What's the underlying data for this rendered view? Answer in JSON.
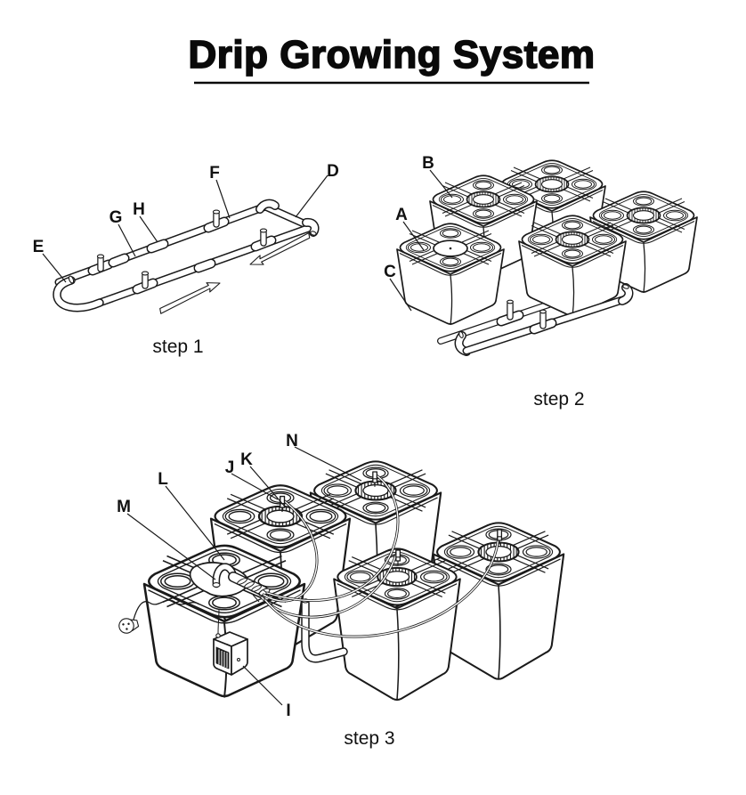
{
  "title": "Drip Growing System",
  "steps": {
    "s1": "step 1",
    "s2": "step 2",
    "s3": "step 3"
  },
  "parts": {
    "A": "A",
    "B": "B",
    "C": "C",
    "D": "D",
    "E": "E",
    "F": "F",
    "G": "G",
    "H": "H",
    "I": "I",
    "J": "J",
    "K": "K",
    "L": "L",
    "M": "M",
    "N": "N"
  },
  "colors": {
    "ink": "#1a1a1a",
    "background": "#ffffff"
  }
}
